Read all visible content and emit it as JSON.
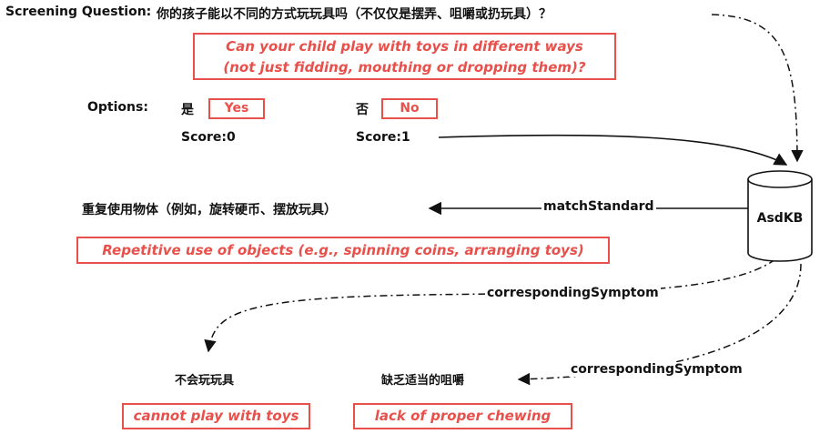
{
  "screening": {
    "label": "Screening Question:",
    "question_zh": "你的孩子能以不同的方式玩玩具吗（不仅仅是摆弄、咀嚼或扔玩具）？",
    "question_en_line1": "Can your child play with toys in different ways",
    "question_en_line2": "(not just fidding, mouthing or dropping them)?"
  },
  "options": {
    "label": "Options:",
    "yes_zh": "是",
    "yes_en": "Yes",
    "no_zh": "否",
    "no_en": "No",
    "yes_score": "Score:0",
    "no_score": "Score:1"
  },
  "kb": {
    "label": "AsdKB"
  },
  "edges": {
    "match_standard": "matchStandard",
    "corresponding_symptom_1": "correspondingSymptom",
    "corresponding_symptom_2": "correspondingSymptom"
  },
  "standard": {
    "zh": "重复使用物体（例如，旋转硬币、摆放玩具）",
    "en": "Repetitive use of objects (e.g., spinning coins, arranging toys)"
  },
  "symptoms": [
    {
      "zh": "不会玩玩具",
      "en": "cannot play with toys"
    },
    {
      "zh": "缺乏适当的咀嚼",
      "en": "lack of proper chewing"
    }
  ],
  "colors": {
    "accent_red": "#e8504b",
    "line": "#111111"
  }
}
